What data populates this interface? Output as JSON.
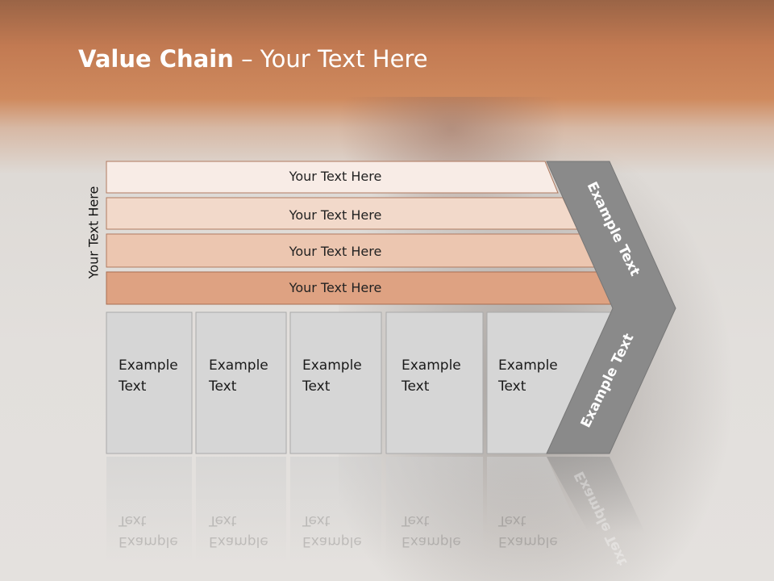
{
  "slide": {
    "title_bold": "Value Chain",
    "title_rest": " – Your Text Here",
    "side_label": "Your Text Here"
  },
  "bars": [
    {
      "label": "Your Text Here",
      "color": "#f8ece6"
    },
    {
      "label": "Your Text Here",
      "color": "#f2d9ca"
    },
    {
      "label": "Your Text Here",
      "color": "#ecc6b0"
    },
    {
      "label": "Your Text Here",
      "color": "#dea282"
    }
  ],
  "boxes": [
    {
      "line1": "Example",
      "line2": "Text"
    },
    {
      "line1": "Example",
      "line2": "Text"
    },
    {
      "line1": "Example",
      "line2": "Text"
    },
    {
      "line1": "Example",
      "line2": "Text"
    },
    {
      "line1": "Example",
      "line2": "Text"
    }
  ],
  "arrow": {
    "upper_text": "Example Text",
    "lower_text": "Example Text",
    "color": "#8a8a8a"
  }
}
